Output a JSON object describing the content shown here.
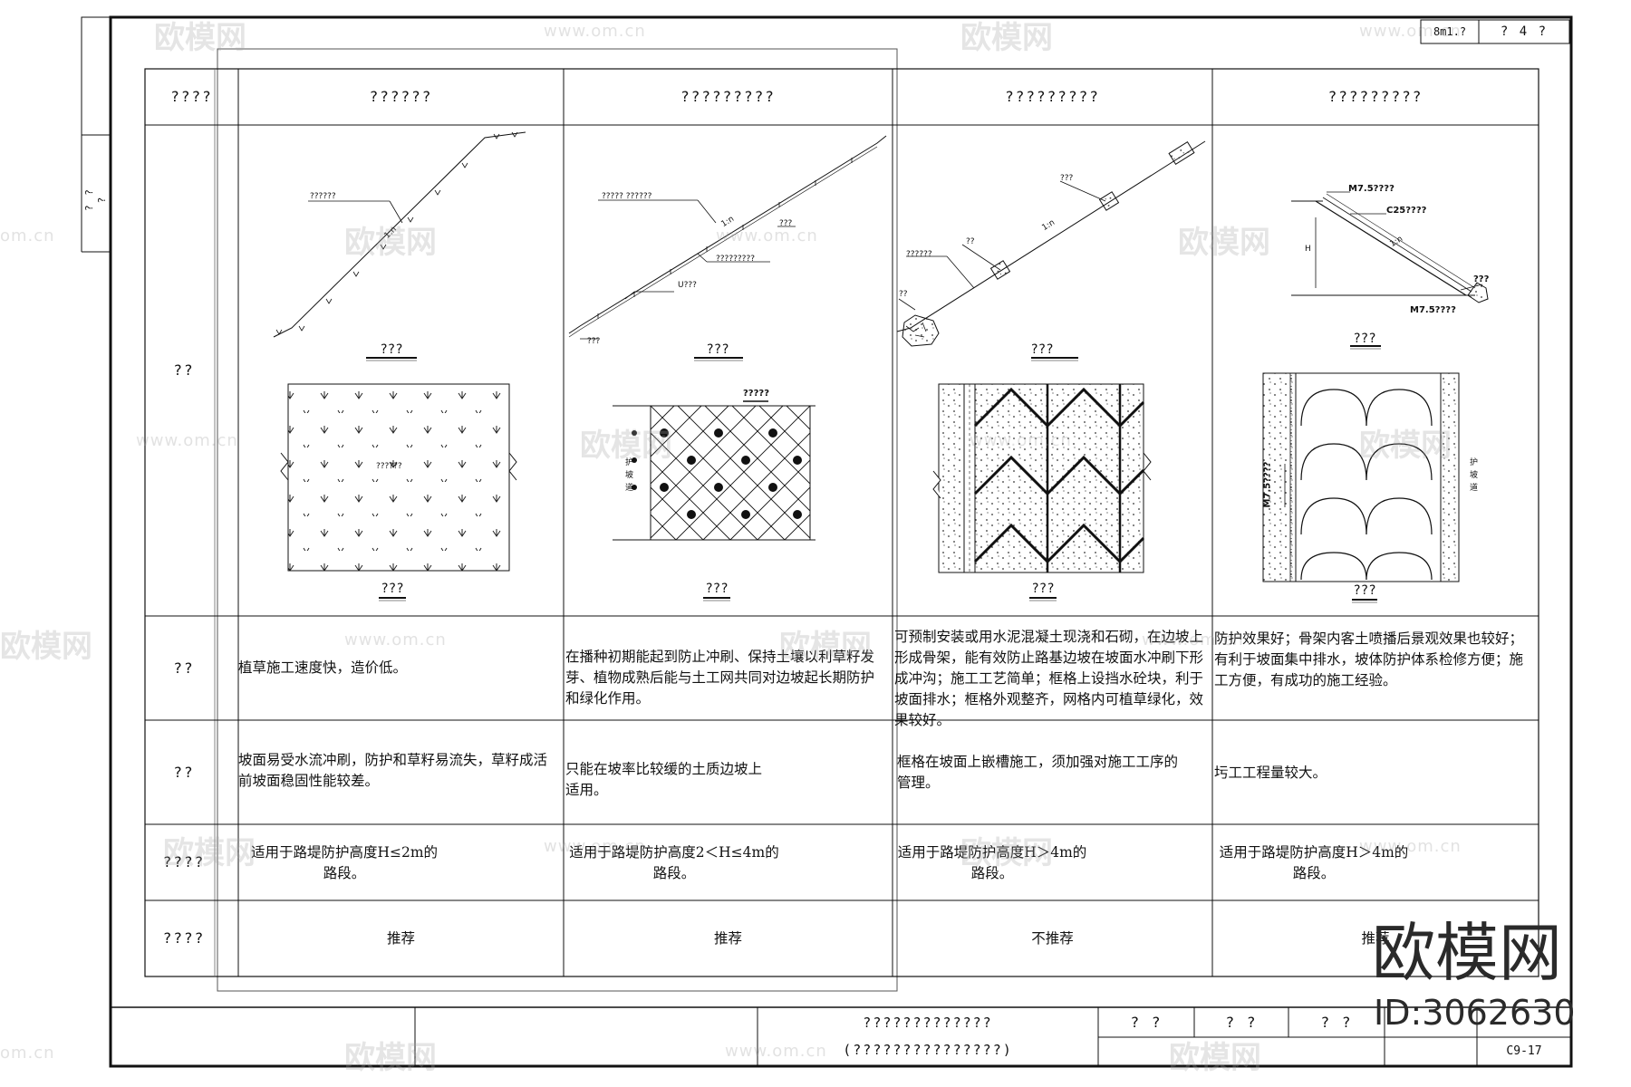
{
  "header_cells": {
    "sheet_ref": "8m1.?",
    "sheet_no": "? 4 ?",
    "side_note": "? ?\n?"
  },
  "table": {
    "columns": [
      {
        "label": "????"
      },
      {
        "label": "??????"
      },
      {
        "label": "?????????"
      },
      {
        "label": "?????????"
      },
      {
        "label": "?????????"
      }
    ],
    "row_labels": {
      "diagram": "??",
      "advantages": "??",
      "disadvantages": "??",
      "applicable": "????",
      "recommendation": "????"
    },
    "advantages": [
      "植草施工速度快，造价低。",
      "在播种初期能起到防止冲刷、保持土壤以利草籽发芽、植物成熟后能与土工网共同对边坡起长期防护和绿化作用。",
      "可预制安装或用水泥混凝土现浇和石砌，在边坡上形成骨架，能有效防止路基边坡在坡面水冲刷下形成冲沟；施工工艺简单；框格上设挡水砼块，利于坡面排水；框格外观整齐，网格内可植草绿化，效果较好。",
      "防护效果好；骨架内客土喷播后景观效果也较好；有利于坡面集中排水，坡体防护体系检修方便；施工方便，有成功的施工经验。"
    ],
    "disadvantages": [
      "坡面易受水流冲刷，防护和草籽易流失，草籽成活前坡面稳固性能较差。",
      "只能在坡率比较缓的土质边坡上适用。",
      "框格在坡面上嵌槽施工，须加强对施工工序的管理。",
      "圬工工程量较大。"
    ],
    "applicable": [
      "适用于路堤防护高度H≤2m的路段。",
      "适用于路堤防护高度2＜H≤4m的路段。",
      "适用于路堤防护高度H＞4m的路段。",
      "适用于路堤防护高度H＞4m的路段。"
    ],
    "recommendation": [
      "推荐",
      "推荐",
      "不推荐",
      "推荐"
    ]
  },
  "diagram_labels": {
    "col1": {
      "a": "??????",
      "b": "1:n",
      "fill": "??????",
      "cap_top": "???",
      "cap_bottom": "???"
    },
    "col2": {
      "a": "?????  ??????",
      "b": "1:n",
      "c": "???",
      "d": "?????????",
      "e": "U???",
      "f": "???",
      "g": "?????",
      "h": "护",
      "i": "坡",
      "j": "道",
      "cap_top": "???",
      "cap_bottom": "???"
    },
    "col3": {
      "a": "???",
      "b": "??",
      "c": "??????",
      "d": "??",
      "e": "1:n",
      "cap_top": "???",
      "cap_bottom": "???"
    },
    "col4": {
      "a": "M7.5????",
      "b": "C25????",
      "c": "1:n",
      "d": "H",
      "e": "???",
      "f": "M7.5????",
      "g": "M7.5????",
      "h": "护",
      "i": "坡",
      "j": "道",
      "cap_top": "???",
      "cap_bottom": "???"
    }
  },
  "title_block": {
    "title_line1": "?????????????",
    "title_line2": "(???????????????)",
    "sign1": "? ?",
    "sign2": "? ?",
    "sign3": "? ?",
    "drawing_no": "C9-17"
  },
  "watermarks": {
    "brand": "欧模网",
    "url": "www.om.cn",
    "url_short": "om.cn",
    "id_line": "ID:3062630"
  }
}
